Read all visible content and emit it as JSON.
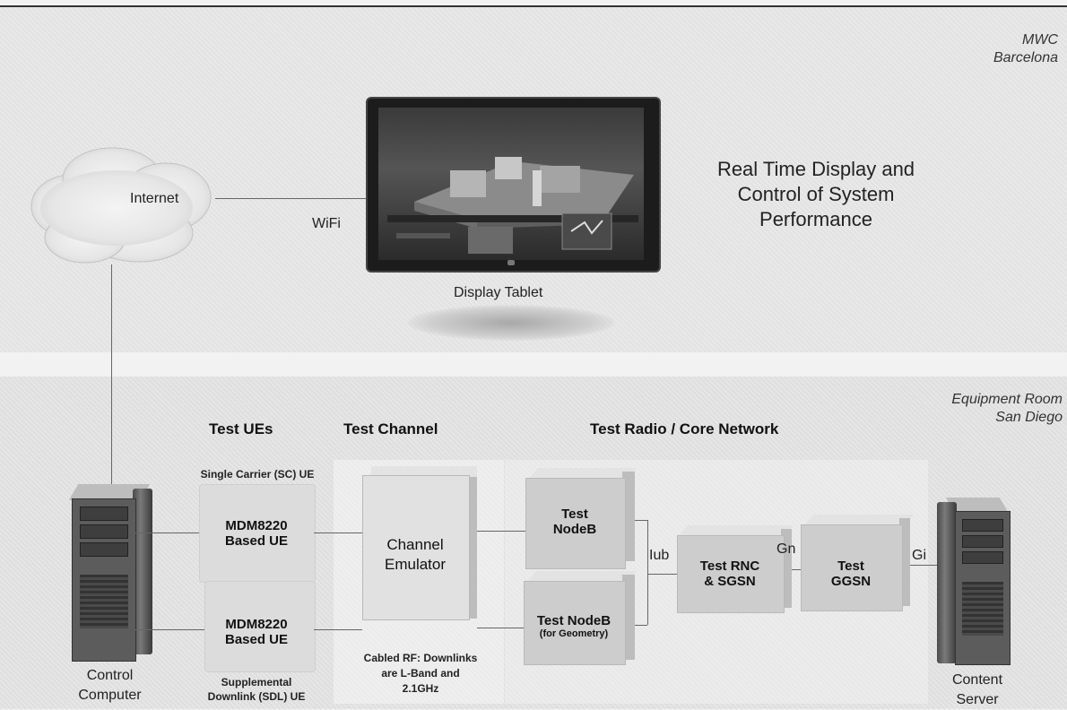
{
  "locations": {
    "top_line1": "MWC",
    "top_line2": "Barcelona",
    "bottom_line1": "Equipment Room",
    "bottom_line2": "San Diego"
  },
  "top": {
    "cloud_label": "Internet",
    "wifi_label": "WiFi",
    "tablet_label": "Display Tablet",
    "title_line1": "Real Time Display and",
    "title_line2": "Control of System",
    "title_line3": "Performance"
  },
  "headers": {
    "ues": "Test UEs",
    "channel": "Test Channel",
    "radio_core": "Test Radio / Core Network"
  },
  "ue1": {
    "caption": "Single Carrier (SC) UE",
    "line1": "MDM8220",
    "line2": "Based UE"
  },
  "ue2": {
    "line1": "MDM8220",
    "line2": "Based UE",
    "caption_line1": "Supplemental",
    "caption_line2": "Downlink (SDL) UE"
  },
  "emulator": {
    "line1": "Channel",
    "line2": "Emulator",
    "caption_line1": "Cabled RF: Downlinks",
    "caption_line2": "are L-Band and",
    "caption_line3": "2.1GHz"
  },
  "nodeb1": {
    "line1": "Test",
    "line2": "NodeB"
  },
  "nodeb2": {
    "line1": "Test NodeB",
    "line2": "(for Geometry)"
  },
  "rnc": {
    "line1": "Test RNC",
    "line2": "& SGSN"
  },
  "ggsn": {
    "line1": "Test",
    "line2": "GGSN"
  },
  "interfaces": {
    "iub": "Iub",
    "gn": "Gn",
    "gi": "Gi"
  },
  "control_computer": {
    "line1": "Control",
    "line2": "Computer"
  },
  "content_server": {
    "line1": "Content",
    "line2": "Server"
  }
}
